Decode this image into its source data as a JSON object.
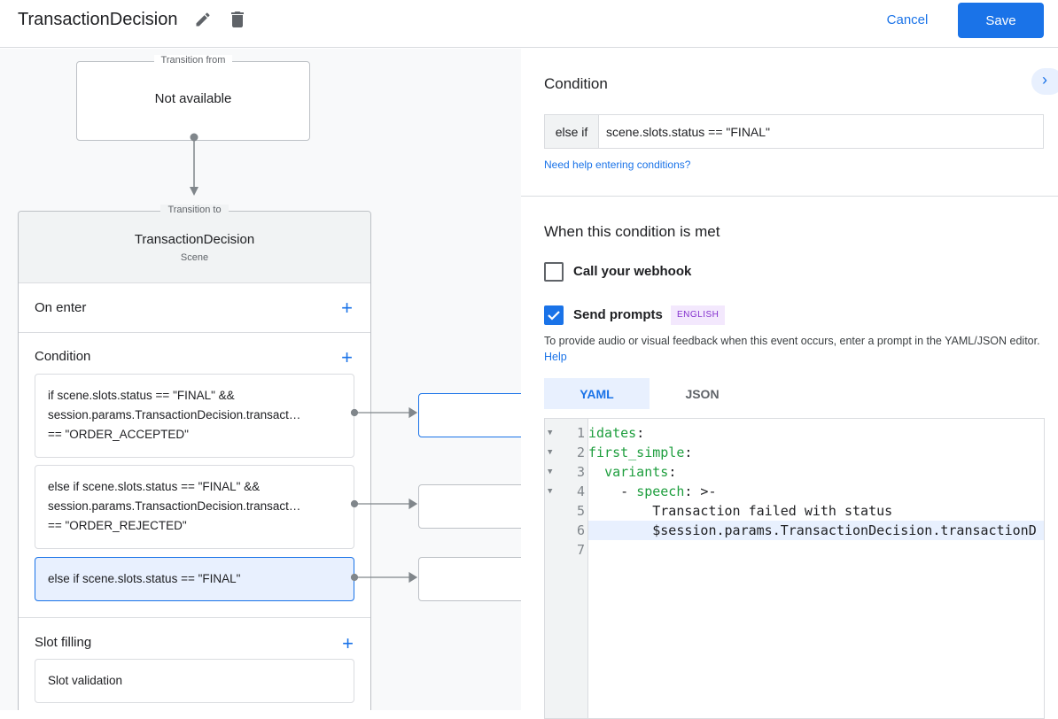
{
  "header": {
    "title": "TransactionDecision",
    "cancel_label": "Cancel",
    "save_label": "Save"
  },
  "canvas": {
    "transition_from": {
      "legend": "Transition from",
      "value": "Not available"
    },
    "transition_to": {
      "legend": "Transition to",
      "scene_name": "TransactionDecision",
      "scene_type": "Scene"
    },
    "on_enter": "On enter",
    "condition_label": "Condition",
    "conditions": [
      {
        "lines": [
          "if scene.slots.status == \"FINAL\" &&",
          "session.params.TransactionDecision.transact…",
          "== \"ORDER_ACCEPTED\""
        ]
      },
      {
        "lines": [
          "else if scene.slots.status == \"FINAL\" &&",
          "session.params.TransactionDecision.transact…",
          "== \"ORDER_REJECTED\""
        ]
      },
      {
        "lines": [
          "else if scene.slots.status == \"FINAL\""
        ],
        "selected": true
      }
    ],
    "slot_filling": "Slot filling",
    "slot_validation": "Slot validation"
  },
  "panel": {
    "condition_title": "Condition",
    "condition_prefix": "else if",
    "condition_value": "scene.slots.status == \"FINAL\"",
    "help_link": "Need help entering conditions?",
    "met_title": "When this condition is met",
    "webhook_label": "Call your webhook",
    "webhook_checked": false,
    "prompts_label": "Send prompts",
    "prompts_checked": true,
    "language_badge": "ENGLISH",
    "description": "To provide audio or visual feedback when this event occurs, enter a prompt in the YAML/JSON editor.",
    "description_link": "Help",
    "tabs": [
      {
        "label": "YAML",
        "active": true
      },
      {
        "label": "JSON",
        "active": false
      }
    ],
    "code": [
      {
        "n": "1",
        "key": "idates",
        "rest": ":",
        "fold": true
      },
      {
        "n": "2",
        "key": "first_simple",
        "rest": ":",
        "fold": true
      },
      {
        "n": "3",
        "indent": "  ",
        "key": "variants",
        "rest": ":",
        "fold": true
      },
      {
        "n": "4",
        "indent": "    - ",
        "key": "speech",
        "rest": ": >-",
        "fold": true
      },
      {
        "n": "5",
        "indent": "        ",
        "text": "Transaction failed with status"
      },
      {
        "n": "6",
        "indent": "        ",
        "text": "$session.params.TransactionDecision.transactionD",
        "active": true
      },
      {
        "n": "7",
        "text": ""
      }
    ]
  },
  "colors": {
    "accent": "#1a73e8",
    "yaml_key": "#1e9e3e",
    "selected_bg": "#e8f0fe",
    "badge_bg": "#f3e8fd",
    "badge_text": "#8430ce"
  }
}
